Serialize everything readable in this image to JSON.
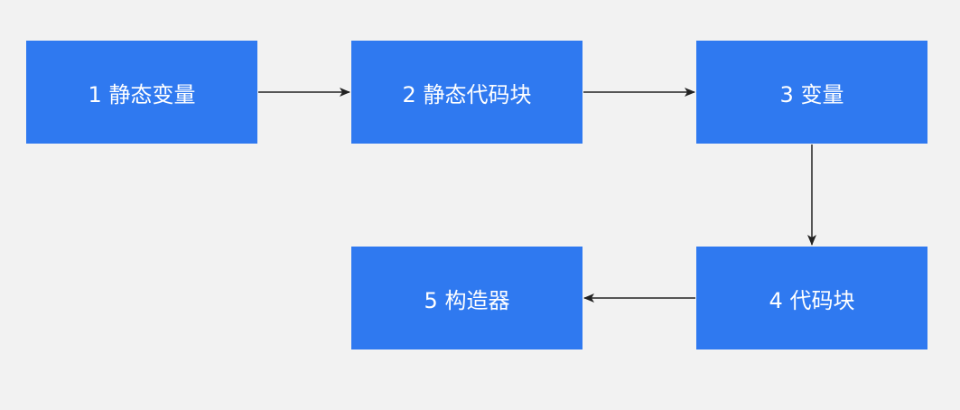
{
  "colors": {
    "background": "#f2f2f2",
    "node_fill": "#2f79f0",
    "node_text": "#ffffff",
    "arrow": "#222222"
  },
  "nodes": [
    {
      "id": "n1",
      "label": "1 静态变量"
    },
    {
      "id": "n2",
      "label": "2 静态代码块"
    },
    {
      "id": "n3",
      "label": "3 变量"
    },
    {
      "id": "n4",
      "label": "4 代码块"
    },
    {
      "id": "n5",
      "label": "5 构造器"
    }
  ],
  "edges": [
    {
      "from": "n1",
      "to": "n2"
    },
    {
      "from": "n2",
      "to": "n3"
    },
    {
      "from": "n3",
      "to": "n4"
    },
    {
      "from": "n4",
      "to": "n5"
    }
  ]
}
